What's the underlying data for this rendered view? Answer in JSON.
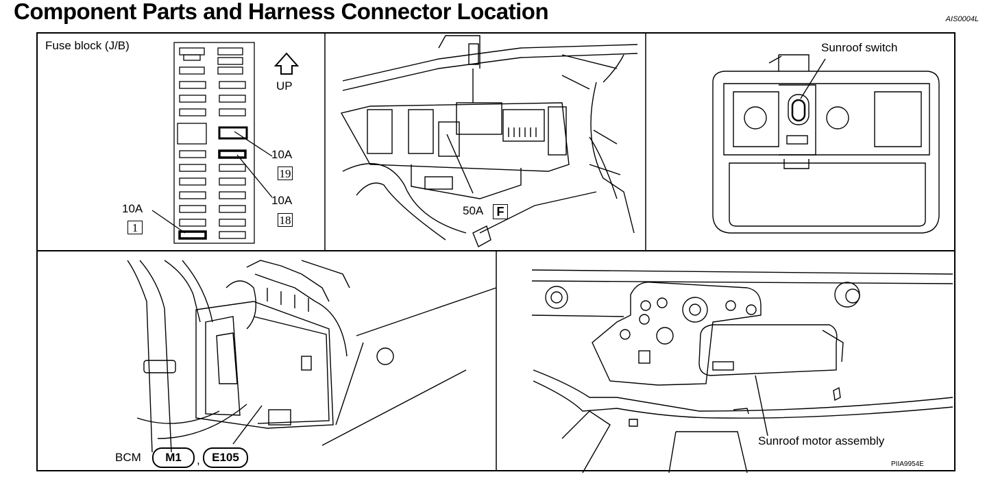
{
  "header": {
    "title": "Component Parts and Harness Connector Location",
    "code": "AIS0004L"
  },
  "panel_fuse": {
    "heading": "Fuse block (J/B)",
    "up_label": "UP",
    "callouts": [
      {
        "amp": "10A",
        "num": "19"
      },
      {
        "amp": "10A",
        "num": "18"
      },
      {
        "amp": "10A",
        "num": "1"
      }
    ]
  },
  "panel_fusebox": {
    "amp": "50A",
    "letter": "F"
  },
  "panel_switch": {
    "label": "Sunroof switch"
  },
  "panel_bcm": {
    "label": "BCM",
    "connectors": [
      "M1",
      "E105"
    ],
    "separator": ","
  },
  "panel_motor": {
    "label": "Sunroof motor assembly"
  },
  "footer": {
    "code": "PIIA9954E"
  }
}
